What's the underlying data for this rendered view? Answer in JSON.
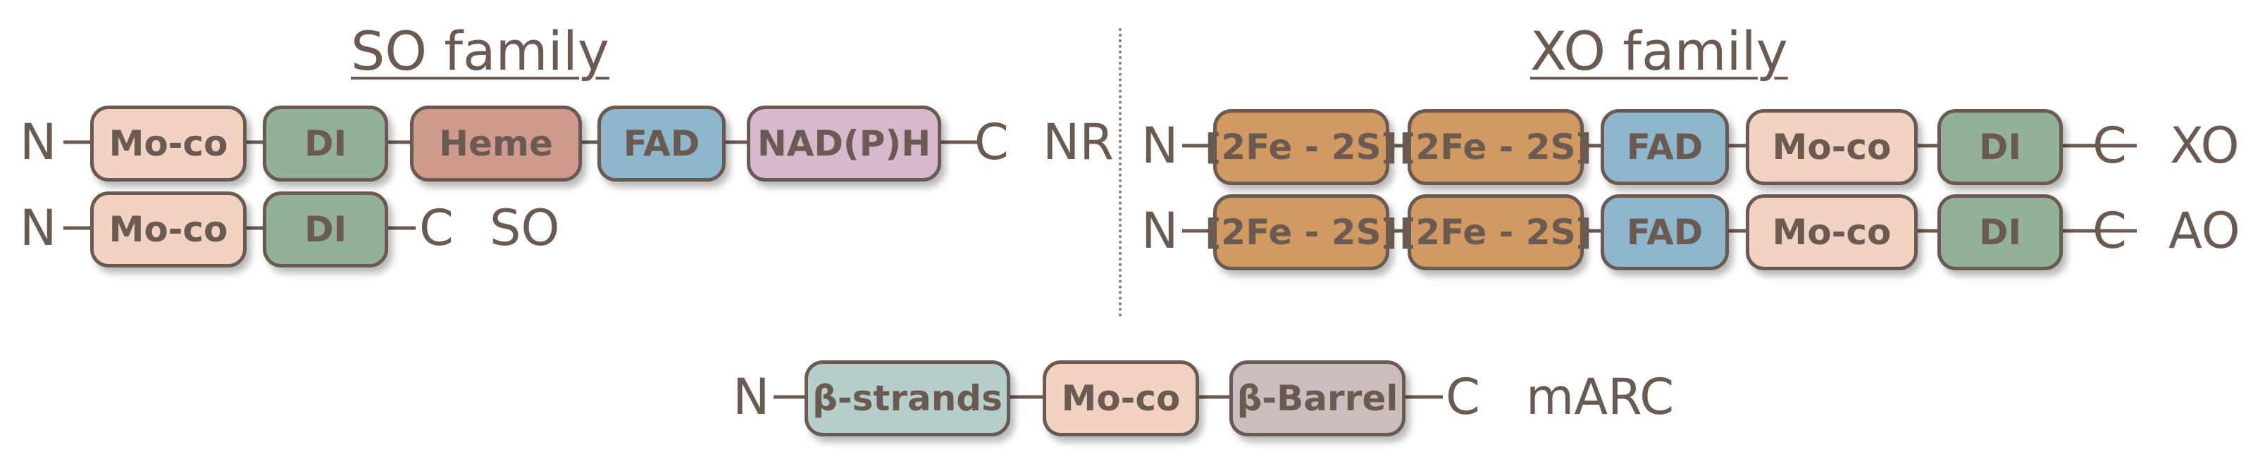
{
  "titles": {
    "so_family": "SO family",
    "xo_family": "XO family"
  },
  "termini": {
    "n": "N",
    "c": "C"
  },
  "colors": {
    "moco": "#f2d2c0",
    "di": "#93b19a",
    "heme": "#d09a8e",
    "fad": "#8eb6cc",
    "nadph": "#d8b8cc",
    "fes": "#d09a62",
    "strands": "#b6cfcd",
    "barrel": "#c9bebd"
  },
  "rows": {
    "nr": {
      "label": "NR",
      "domains": [
        "Mo-co",
        "DI",
        "Heme",
        "FAD",
        "NAD(P)H"
      ]
    },
    "so": {
      "label": "SO",
      "domains": [
        "Mo-co",
        "DI"
      ]
    },
    "xo": {
      "label": "XO",
      "domains": [
        "[2Fe - 2S]",
        "[2Fe - 2S]",
        "FAD",
        "Mo-co",
        "DI"
      ]
    },
    "ao": {
      "label": "AO",
      "domains": [
        "[2Fe - 2S]",
        "[2Fe - 2S]",
        "FAD",
        "Mo-co",
        "DI"
      ]
    },
    "marc": {
      "label": "mARC",
      "domains": [
        "β-strands",
        "Mo-co",
        "β-Barrel"
      ]
    }
  }
}
